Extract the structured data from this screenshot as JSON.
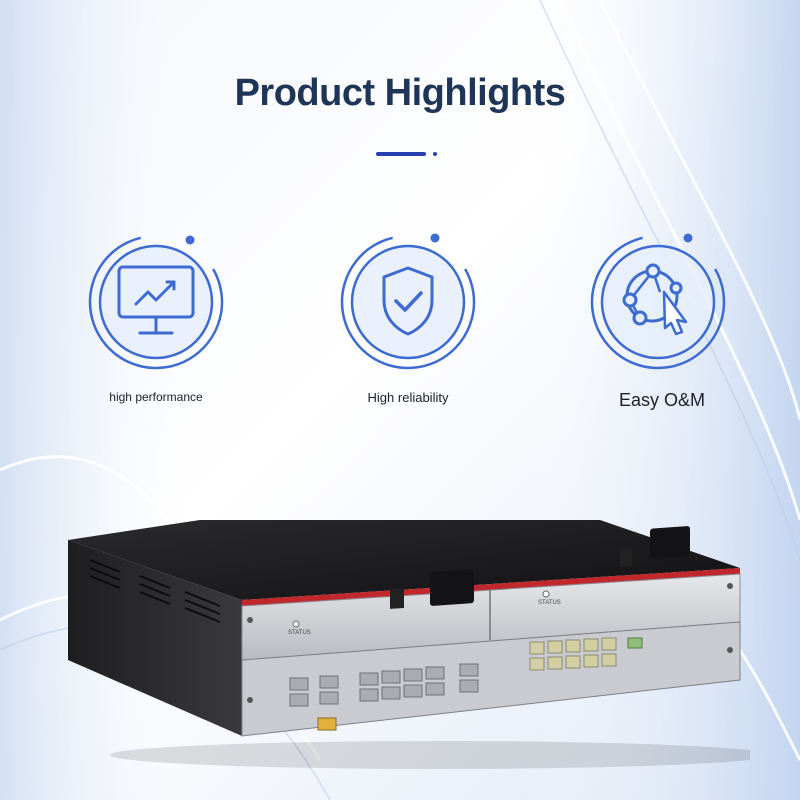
{
  "page": {
    "title": "Product Highlights",
    "accent_color": "#2a3fb0",
    "title_color": "#1f3557",
    "icon_color": "#3d6bd1"
  },
  "features": [
    {
      "label": "high performance",
      "icon": "monitor-chart-icon"
    },
    {
      "label": "High reliability",
      "icon": "shield-check-icon"
    },
    {
      "label": "Easy O&M",
      "icon": "network-cursor-icon"
    }
  ],
  "product": {
    "image": "router-hardware-image",
    "labels": [
      "STATUS",
      "STATUS"
    ]
  }
}
